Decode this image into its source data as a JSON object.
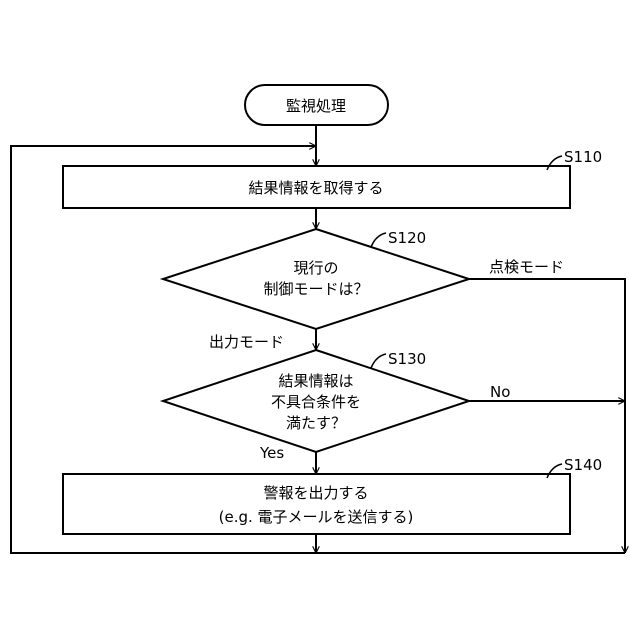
{
  "start": {
    "label": "監視処理"
  },
  "steps": [
    {
      "id": "S110",
      "lines": [
        "結果情報を取得する"
      ]
    },
    {
      "id": "S120",
      "lines": [
        "現行の",
        "制御モードは？"
      ]
    },
    {
      "id": "S130",
      "lines": [
        "結果情報は",
        "不具合条件を",
        "満たす？"
      ]
    },
    {
      "id": "S140",
      "lines": [
        "警報を出力する",
        "(e.g. 電子メールを送信する)"
      ]
    }
  ],
  "branches": {
    "s120_down": "出力モード",
    "s120_right": "点検モード",
    "s130_down": "Yes",
    "s130_right": "No"
  }
}
